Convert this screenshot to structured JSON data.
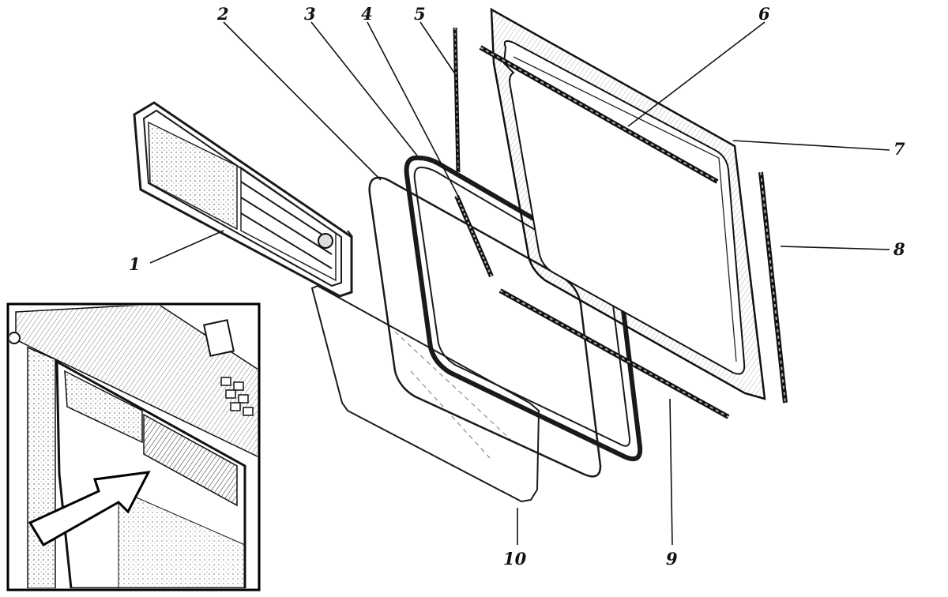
{
  "callouts": [
    {
      "id": "1",
      "text": "1"
    },
    {
      "id": "2",
      "text": "2"
    },
    {
      "id": "3",
      "text": "3"
    },
    {
      "id": "4",
      "text": "4"
    },
    {
      "id": "5",
      "text": "5"
    },
    {
      "id": "6",
      "text": "6"
    },
    {
      "id": "7",
      "text": "7"
    },
    {
      "id": "8",
      "text": "8"
    },
    {
      "id": "9",
      "text": "9"
    },
    {
      "id": "10",
      "text": "10"
    }
  ],
  "colors": {
    "ink": "#1a1a1a",
    "paper": "#ffffff",
    "inset_border": "#000000"
  }
}
